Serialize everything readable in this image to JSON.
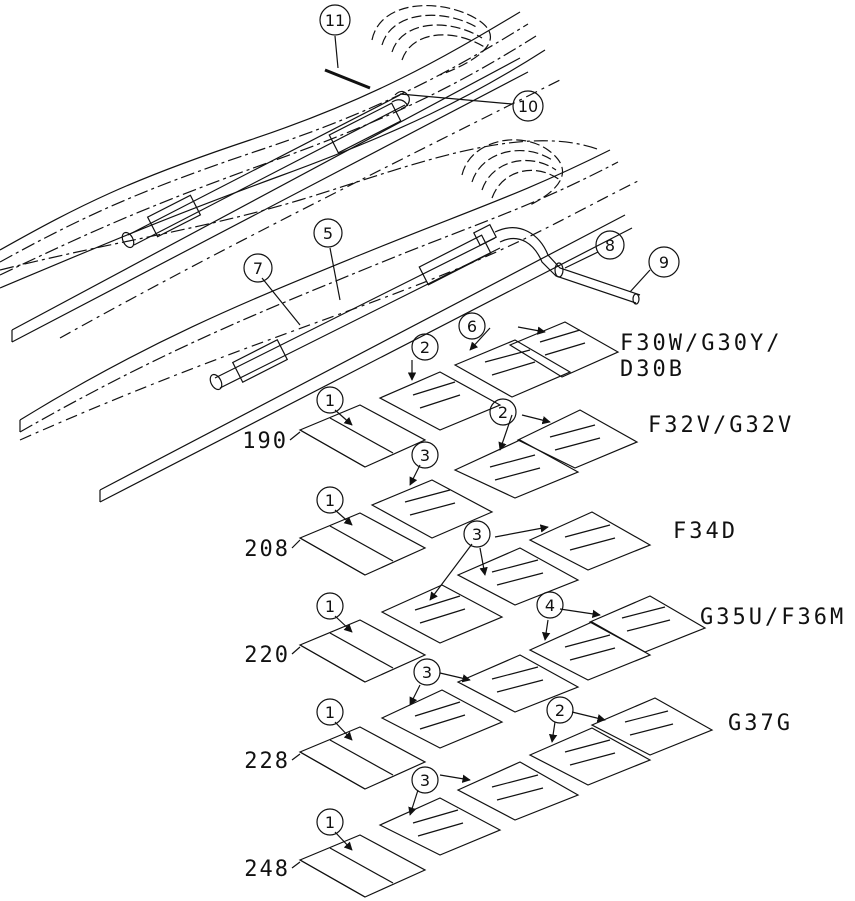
{
  "colors": {
    "ink": "#111111",
    "background": "#ffffff"
  },
  "callouts": {
    "c11": "11",
    "c10": "10",
    "c5": "5",
    "c7": "7",
    "c8": "8",
    "c9": "9"
  },
  "groups": [
    {
      "model": "F30W/G30Y/",
      "model2": "D30B",
      "length": "190",
      "a": "1",
      "b": "2",
      "c": "6"
    },
    {
      "model": "F32V/G32V",
      "length": "208",
      "a": "1",
      "b": "3",
      "c": "2"
    },
    {
      "model": "F34D",
      "length": "220",
      "a": "1",
      "b": "3"
    },
    {
      "model": "G35U/F36M",
      "length": "228",
      "a": "1",
      "b": "3",
      "c": "4"
    },
    {
      "model": "G37G",
      "length": "248",
      "a": "1",
      "b": "3",
      "c": "2"
    }
  ]
}
